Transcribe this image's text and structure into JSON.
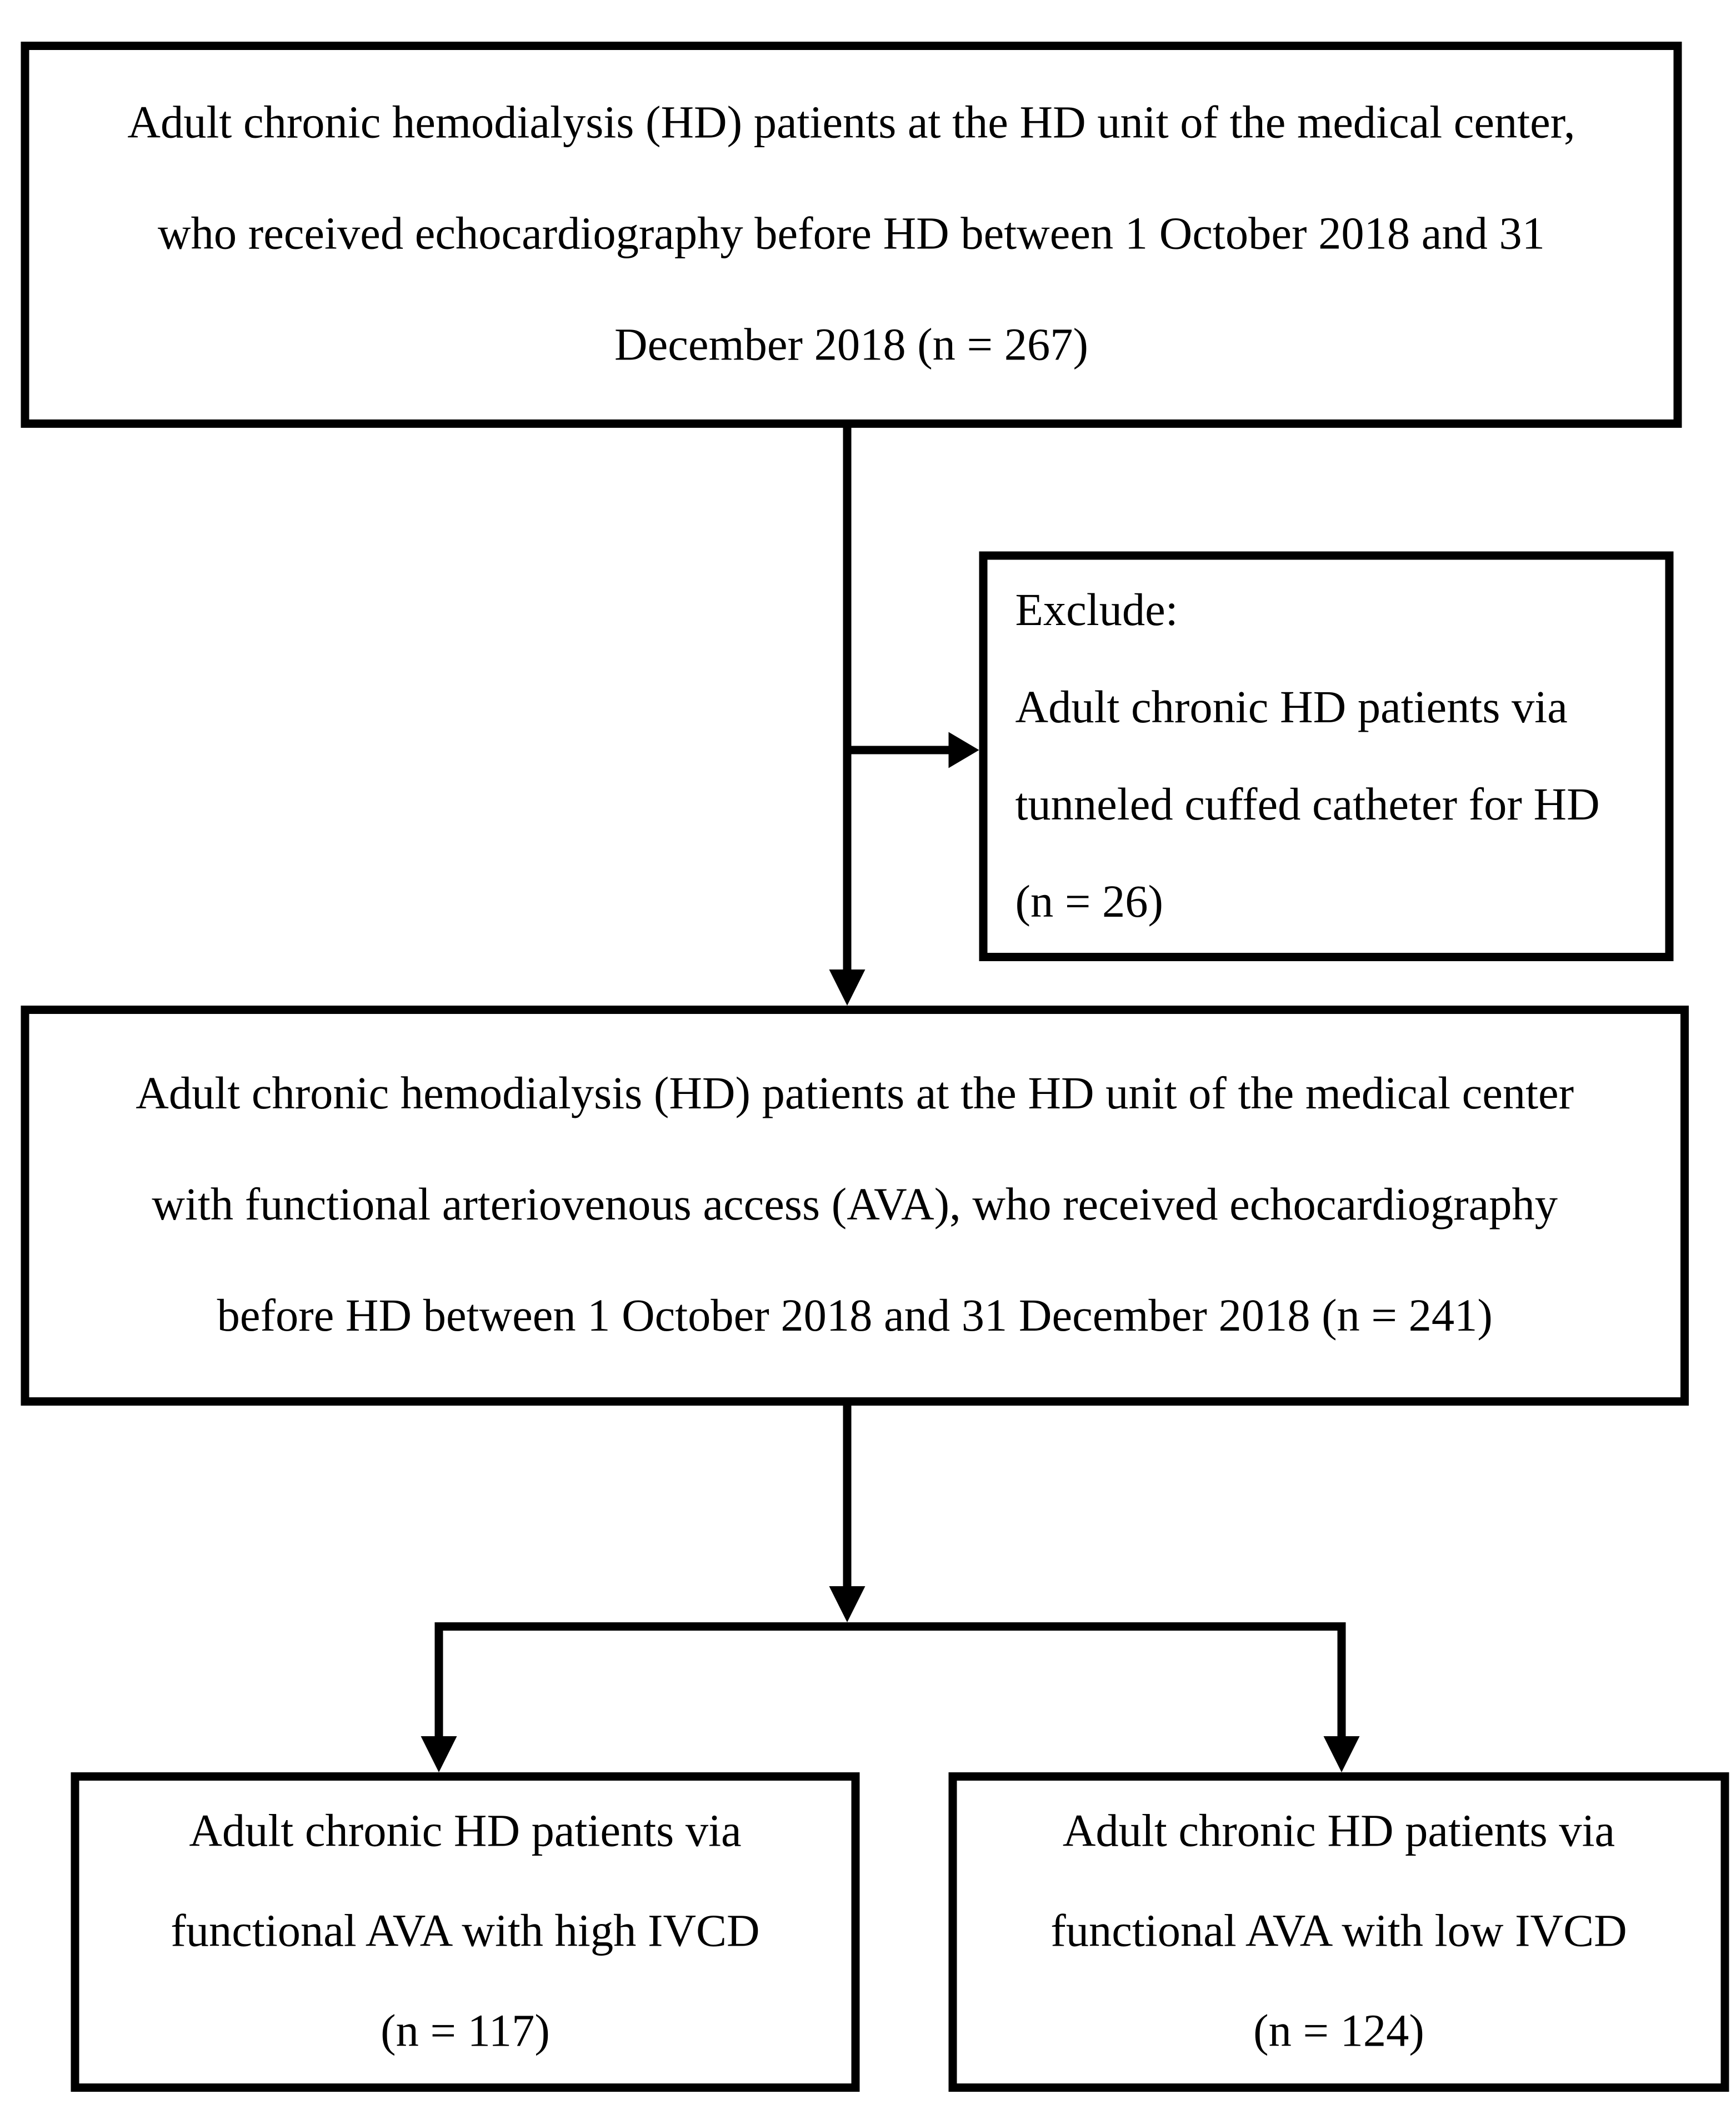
{
  "figure": {
    "type": "patient-flow-diagram",
    "colors": {
      "background": "#ffffff",
      "line": "#000000",
      "text": "#000000"
    },
    "initial_box": {
      "lines": [
        "Adult chronic hemodialysis (HD) patients at the HD unit of the medical center,",
        "who received echocardiography before HD between 1 October 2018 and 31",
        "December 2018 (n = 267)"
      ]
    },
    "exclude_box": {
      "lines": [
        "Exclude:",
        "Adult chronic HD patients via",
        "tunneled cuffed catheter for HD",
        "(n = 26)"
      ]
    },
    "eligible_box": {
      "lines": [
        "Adult chronic hemodialysis (HD) patients at the HD unit of the medical center",
        "with functional arteriovenous access (AVA), who received echocardiography",
        "before HD between 1 October 2018 and 31 December 2018 (n = 241)"
      ]
    },
    "high_ivcd_box": {
      "lines": [
        "Adult chronic HD patients via",
        "functional AVA with high IVCD",
        "(n = 117)"
      ]
    },
    "low_ivcd_box": {
      "lines": [
        "Adult chronic HD patients via",
        "functional AVA with low IVCD",
        "(n = 124)"
      ]
    }
  }
}
